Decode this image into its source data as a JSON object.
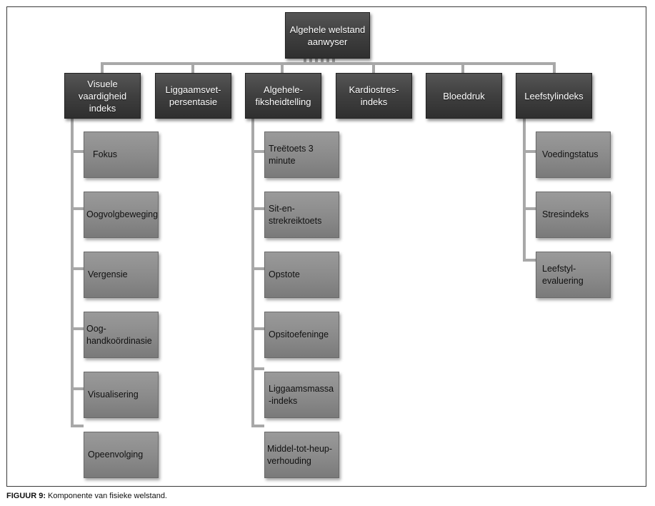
{
  "root": {
    "label": "Algehele welstand aanwyser"
  },
  "categories": [
    {
      "label": "Visuele vaardigheid indeks"
    },
    {
      "label": "Liggaamsvet-persentasie"
    },
    {
      "label": "Algehele-fiksheidtelling"
    },
    {
      "label": "Kardiostres-indeks"
    },
    {
      "label": "Bloeddruk"
    },
    {
      "label": "Leefstylindeks"
    }
  ],
  "visual_items": [
    "Fokus",
    "Oogvolgbeweging",
    "Vergensie",
    "Oog-handkoördinasie",
    "Visualisering",
    "Opeenvolging"
  ],
  "fitness_items": [
    "Treëtoets 3 minute",
    "Sit-en-strekreiktoets",
    "Opstote",
    "Opsitoefeninge",
    "Liggaamsmassa-indeks",
    "Middel-tot-heup-verhouding"
  ],
  "lifestyle_items": [
    "Voedingstatus",
    "Stresindeks",
    "Leefstyl-evaluering"
  ],
  "caption": {
    "label": "FIGUUR 9:",
    "text": " Komponente van fisieke welstand."
  }
}
